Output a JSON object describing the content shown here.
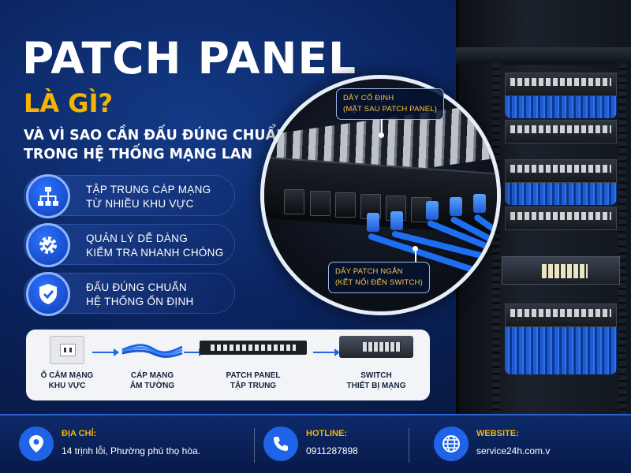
{
  "header": {
    "title": "PATCH PANEL",
    "subtitle": "LÀ GÌ?",
    "tagline_line1": "VÀ VÌ SAO CẦN ĐẤU ĐÚNG CHUẨN",
    "tagline_line2": "TRONG HỆ THỐNG MẠNG LAN"
  },
  "features": [
    {
      "icon": "network-tree-icon",
      "line1": "TẬP TRUNG CÁP MẠNG",
      "line2": "TỪ NHIỀU KHU VỰC"
    },
    {
      "icon": "gear-check-icon",
      "line1": "QUẢN LÝ DỄ DÀNG",
      "line2": "KIỂM TRA NHANH CHÓNG"
    },
    {
      "icon": "shield-check-icon",
      "line1": "ĐẤU ĐÚNG CHUẨN",
      "line2": "HỆ THỐNG ỔN ĐỊNH"
    }
  ],
  "callouts": {
    "top_line1": "DÂY CỐ ĐỊNH",
    "top_line2": "(MẶT SAU PATCH PANEL)",
    "bottom_line1": "DÂY PATCH NGẮN",
    "bottom_line2": "(KẾT NỐI ĐẾN SWITCH)"
  },
  "flow": [
    {
      "icon": "wall-outlet-icon",
      "line1": "Ổ CẮM MẠNG",
      "line2": "KHU VỰC"
    },
    {
      "icon": "cable-bundle-icon",
      "line1": "CÁP MẠNG",
      "line2": "ÂM TƯỜNG"
    },
    {
      "icon": "patch-panel-icon",
      "line1": "PATCH PANEL",
      "line2": "TẬP TRUNG"
    },
    {
      "icon": "switch-icon",
      "line1": "SWITCH",
      "line2": "THIẾT BỊ MẠNG"
    }
  ],
  "footer": {
    "address_label": "ĐỊA CHỈ:",
    "address_value": "14 trịnh lỗi, Phường phú thọ hòa.",
    "hotline_label": "HOTLINE:",
    "hotline_value": "0911287898",
    "website_label": "WEBSITE:",
    "website_value": "service24h.com.v"
  },
  "colors": {
    "accent_yellow": "#f5b400",
    "brand_blue": "#1f63e6",
    "background_navy": "#0a1f4a"
  }
}
